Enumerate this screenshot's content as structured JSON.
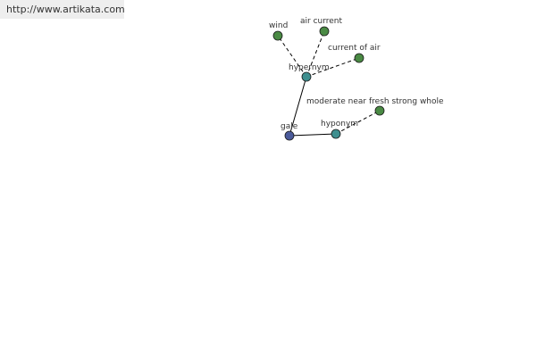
{
  "site_url": "http://www.artikata.com",
  "colors": {
    "leaf_node": "#4a8a44",
    "relation_node": "#3f8f8f",
    "root_node": "#4a5a9a",
    "edge": "#000000",
    "node_stroke": "#1a1a1a"
  },
  "nodes": [
    {
      "id": "gale",
      "label": "gale",
      "kind": "root"
    },
    {
      "id": "hypernym",
      "label": "hypernym",
      "kind": "relation"
    },
    {
      "id": "hyponym",
      "label": "hyponym",
      "kind": "relation"
    },
    {
      "id": "wind",
      "label": "wind",
      "kind": "leaf"
    },
    {
      "id": "air-current",
      "label": "air current",
      "kind": "leaf"
    },
    {
      "id": "current-of-air",
      "label": "current of air",
      "kind": "leaf"
    },
    {
      "id": "moderate-near-fresh-strong-whole",
      "label": "moderate near fresh strong whole",
      "kind": "leaf"
    }
  ],
  "edges": [
    {
      "from": "gale",
      "to": "hypernym",
      "style": "solid"
    },
    {
      "from": "gale",
      "to": "hyponym",
      "style": "solid"
    },
    {
      "from": "hypernym",
      "to": "wind",
      "style": "dashed"
    },
    {
      "from": "hypernym",
      "to": "air-current",
      "style": "dashed"
    },
    {
      "from": "hypernym",
      "to": "current-of-air",
      "style": "dashed"
    },
    {
      "from": "hyponym",
      "to": "moderate-near-fresh-strong-whole",
      "style": "dashed"
    }
  ]
}
